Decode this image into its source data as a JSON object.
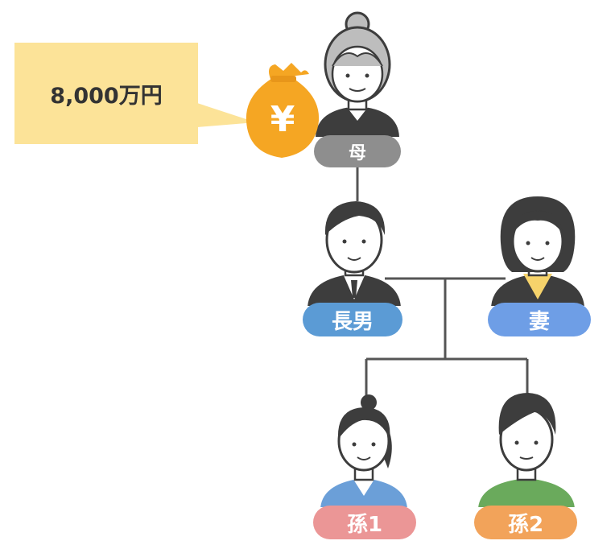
{
  "inheritance": {
    "amount": "8,000万円",
    "currency_symbol": "¥"
  },
  "people": {
    "mother": "母",
    "eldest_son": "長男",
    "wife": "妻",
    "grandchild1": "孫1",
    "grandchild2": "孫2"
  },
  "colors": {
    "callout_bg": "#fce398",
    "money_bag": "#f5a623",
    "mother_label": "#8e8e8e",
    "son_label": "#5b9bd5",
    "wife_label": "#6e9ee6",
    "grandchild1_label": "#eb9696",
    "grandchild2_label": "#f2a35a",
    "line": "#555555"
  },
  "icons": [
    "money-bag-icon",
    "yen-icon",
    "elderly-woman-avatar",
    "man-avatar",
    "woman-avatar",
    "girl-avatar",
    "boy-avatar"
  ]
}
